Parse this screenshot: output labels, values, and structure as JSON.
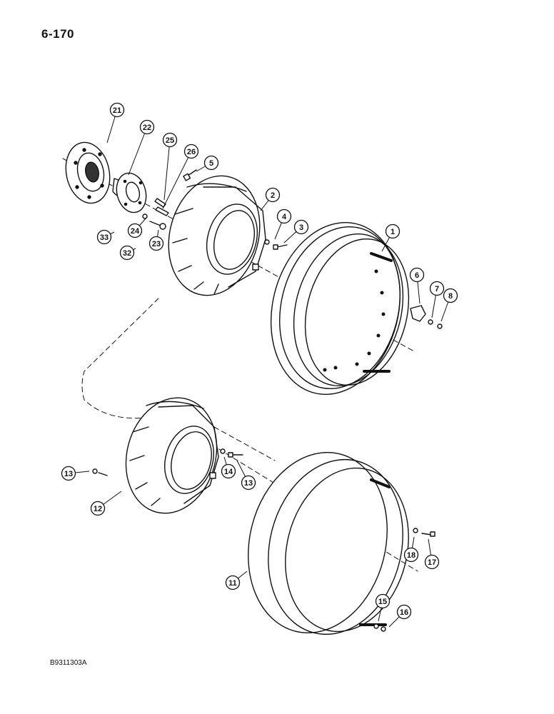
{
  "page": {
    "number": "6-170",
    "figure_code": "B9311303A"
  },
  "callouts": [
    {
      "label": "21"
    },
    {
      "label": "22"
    },
    {
      "label": "25"
    },
    {
      "label": "26"
    },
    {
      "label": "5"
    },
    {
      "label": "2"
    },
    {
      "label": "4"
    },
    {
      "label": "3"
    },
    {
      "label": "1"
    },
    {
      "label": "6"
    },
    {
      "label": "7"
    },
    {
      "label": "8"
    },
    {
      "label": "24"
    },
    {
      "label": "33"
    },
    {
      "label": "23"
    },
    {
      "label": "32"
    },
    {
      "label": "13"
    },
    {
      "label": "12"
    },
    {
      "label": "14"
    },
    {
      "label": "13"
    },
    {
      "label": "11"
    },
    {
      "label": "18"
    },
    {
      "label": "17"
    },
    {
      "label": "15"
    },
    {
      "label": "16"
    }
  ]
}
